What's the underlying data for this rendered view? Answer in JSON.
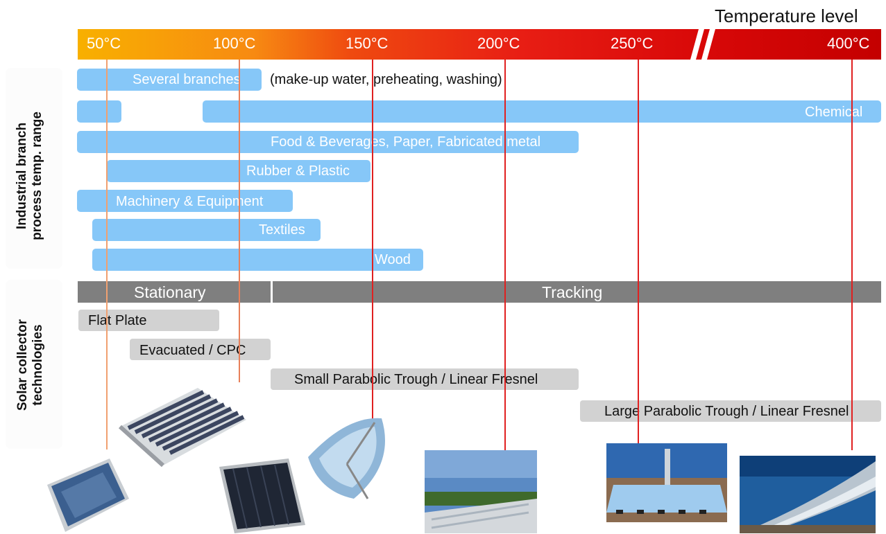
{
  "header": {
    "title": "Temperature level"
  },
  "scale": {
    "ticks": [
      "50°C",
      "100°C",
      "150°C",
      "200°C",
      "250°C",
      "400°C"
    ]
  },
  "left_panels": {
    "branch_line1": "Industrial  branch",
    "branch_line2": "process  temp. range",
    "tech_line1": "Solar collector",
    "tech_line2": "technologies"
  },
  "branches": {
    "several": "Several branches",
    "several_note": "(make-up water, preheating, washing)",
    "chemical": "Chemical",
    "food": "Food & Beverages, Paper, Fabricated metal",
    "rubber": "Rubber & Plastic",
    "machinery": "Machinery & Equipment",
    "textiles": "Textiles",
    "wood": "Wood"
  },
  "categories": {
    "stationary": "Stationary",
    "tracking": "Tracking"
  },
  "technologies": {
    "flat_plate": "Flat Plate",
    "evacuated": "Evacuated / CPC",
    "small_trough": "Small Parabolic Trough / Linear Fresnel",
    "large_trough": "Large Parabolic Trough / Linear Fresnel"
  },
  "colors": {
    "branch_bar": "#7dc3f7",
    "category_bar": "#7f7f7f",
    "tech_bar": "#d2d2d2",
    "scale_start": "#f8b000",
    "scale_end": "#c40000"
  },
  "photos": [
    "flat-plate-collector",
    "evacuated-tube-collector",
    "flat-plate-collector-dark",
    "parabolic-dish",
    "small-parabolic-trough",
    "solar-tower-field",
    "large-parabolic-trough"
  ]
}
